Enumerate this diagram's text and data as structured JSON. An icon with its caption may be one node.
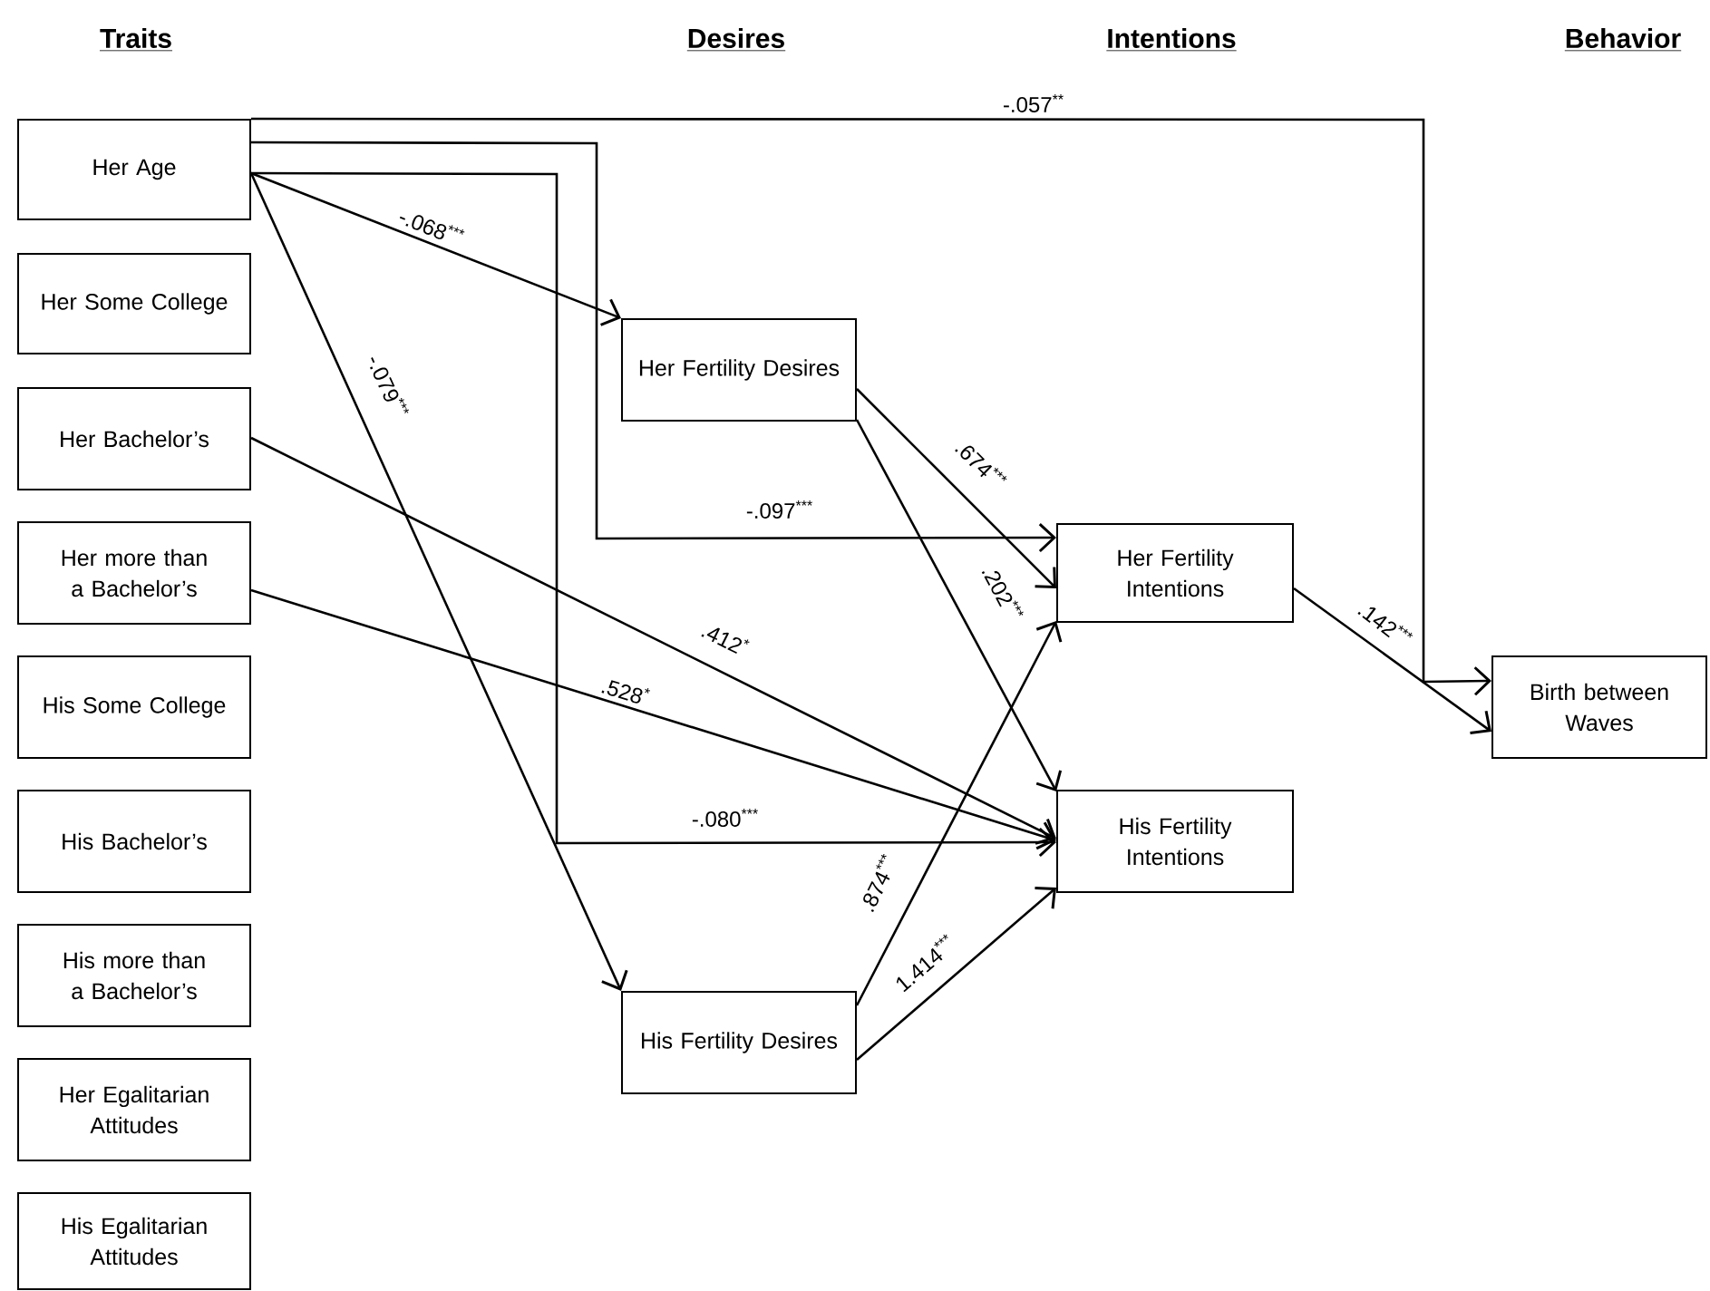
{
  "diagram": {
    "nodes": [
      {
        "text": [
          "Her Age"
        ]
      },
      {
        "text": [
          "Her Some College"
        ]
      },
      {
        "text": [
          "Her Bachelor’s"
        ]
      },
      {
        "text": [
          "Her more than a Bachelor’s"
        ]
      },
      {
        "text": [
          "His Some College"
        ]
      },
      {
        "text": [
          "His Bachelor’s"
        ]
      },
      {
        "text": [
          "His more than a Bachelor’s"
        ]
      },
      {
        "text": [
          "Her Egalitarian Attitudes"
        ]
      },
      {
        "text": [
          "His Egalitarian Attitudes"
        ]
      },
      {
        "text": [
          "Her Fertility Desires"
        ]
      },
      {
        "text": [
          "His Fertility Desires"
        ]
      },
      {
        "text": [
          "Her Fertility Intentions"
        ]
      },
      {
        "text": [
          "His Fertility Intentions"
        ]
      },
      {
        "text": [
          "Birth between Waves"
        ]
      }
    ],
    "edges": [
      {
        "from": 0,
        "to": 13,
        "arrow": "to",
        "label": "-.057$^{**}$"
      },
      {
        "from": 0,
        "to": 9,
        "arrow": "to",
        "label": "-.068$^{***}$"
      },
      {
        "from": 0,
        "to": 10,
        "arrow": "to",
        "label": "-.079$^{***}$"
      },
      {
        "from": 0,
        "to": 11,
        "arrow": "to",
        "label": "-.097$^{***}$"
      },
      {
        "from": 0,
        "to": 12,
        "arrow": "to",
        "label": "-.080$^{***}$"
      },
      {
        "from": 2,
        "to": 12,
        "arrow": "to",
        "label": ".412$^{*}$"
      },
      {
        "from": 3,
        "to": 12,
        "arrow": "to",
        "label": ".528$^{*}$"
      },
      {
        "from": 9,
        "to": 11,
        "arrow": "to",
        "label": ".674$^{***}$"
      },
      {
        "from": 9,
        "to": 12,
        "arrow": "to",
        "label": ".202$^{***}$"
      },
      {
        "from": 10,
        "to": 11,
        "arrow": "to",
        "label": ".874$^{***}$"
      },
      {
        "from": 10,
        "to": 12,
        "arrow": "to",
        "label": "1.414$^{***}$"
      },
      {
        "from": 11,
        "to": 13,
        "arrow": "to",
        "label": ".142$^{***}$"
      }
    ],
    "labels": [
      "Traits",
      "Desires",
      "Intentions",
      "Behavior"
    ]
  }
}
